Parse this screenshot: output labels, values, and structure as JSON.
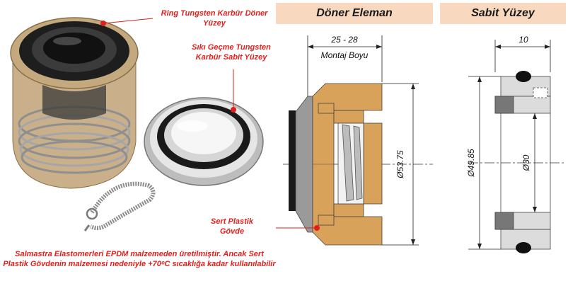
{
  "labels": {
    "ring": "Ring Tungsten Karbür Döner Yüzey",
    "fixed_face": "Sıkı Geçme Tungsten Karbür Sabit  Yüzey",
    "body": "Sert Plastik Gövde",
    "note": "Salmastra Elastomerleri EPDM  malzemeden üretilmiştir. Ancak Sert Plastik Gövdenin malzemesi nedeniyle +70ᵒC sıcaklığa kadar kullanılabilir"
  },
  "headers": {
    "rotating": "Döner Eleman",
    "stationary": "Sabit Yüzey"
  },
  "rotating_dims": {
    "width": "25 - 28",
    "width_label": "Montaj Boyu",
    "diameter": "Ø53.75"
  },
  "stationary_dims": {
    "width": "10",
    "outer_diameter": "Ø49.85",
    "inner_diameter": "Ø30"
  },
  "colors": {
    "label_red": "#e0201c",
    "header_bg": "#f8d9bf",
    "plastic_body": "#d9a25a",
    "seat_gray": "#dcdcdc",
    "dark_gray": "#777777"
  }
}
